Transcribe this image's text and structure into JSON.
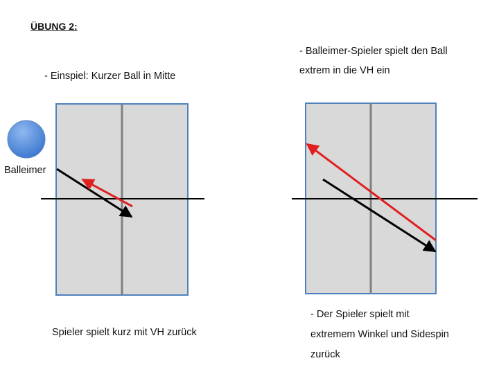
{
  "slide": {
    "title": "ÜBUNG 2:"
  },
  "left_panel": {
    "caption_top": "- Einspiel: Kurzer Ball in Mitte",
    "ball_label": "Balleimer",
    "caption_bottom": "Spieler spielt kurz mit VH zurück"
  },
  "right_panel": {
    "caption_top_line1": "- Balleimer-Spieler spielt den Ball",
    "caption_top_line2": "extrem in die VH ein",
    "caption_bottom_line1": "- Der Spieler spielt mit",
    "caption_bottom_line2": "extremem Winkel und Sidespin",
    "caption_bottom_line3": "zurück"
  },
  "colors": {
    "table_fill": "#d9d9d9",
    "table_border": "#4f81bd",
    "center_line": "#7f7f7f",
    "ball": "#4a86d8",
    "serve_arrow": "#000000",
    "return_arrow": "#e02020"
  }
}
